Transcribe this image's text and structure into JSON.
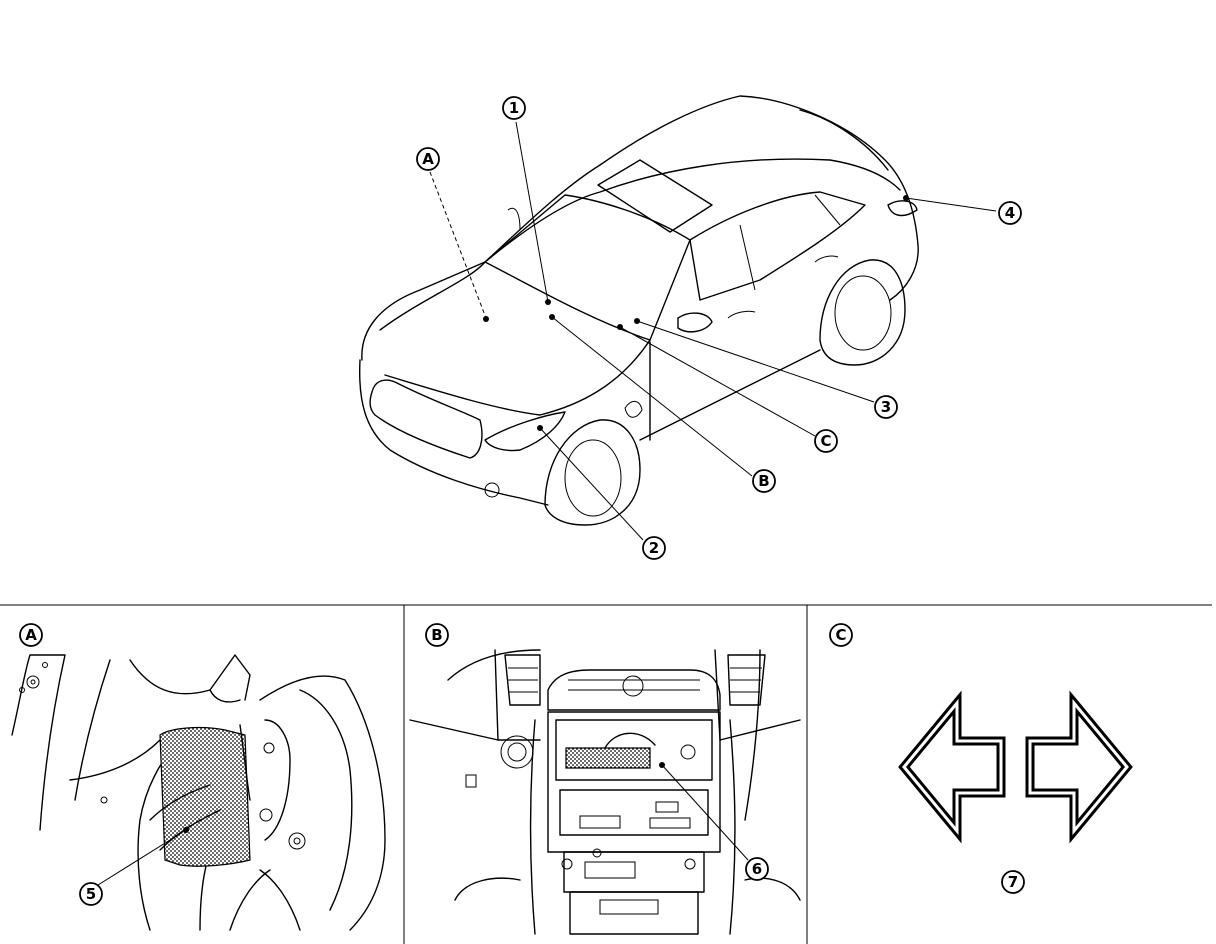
{
  "overview": {
    "callouts": {
      "c1": "1",
      "c2": "2",
      "c3": "3",
      "c4": "4",
      "cA": "A",
      "cB": "B",
      "cC": "C"
    }
  },
  "panels": {
    "a": {
      "label": "A",
      "callout": "5"
    },
    "b": {
      "label": "B",
      "callout": "6"
    },
    "c": {
      "label": "C",
      "callout": "7",
      "icons": [
        "arrow-left-icon",
        "arrow-right-icon"
      ]
    }
  },
  "colors": {
    "line": "#000000",
    "background": "#ffffff"
  }
}
